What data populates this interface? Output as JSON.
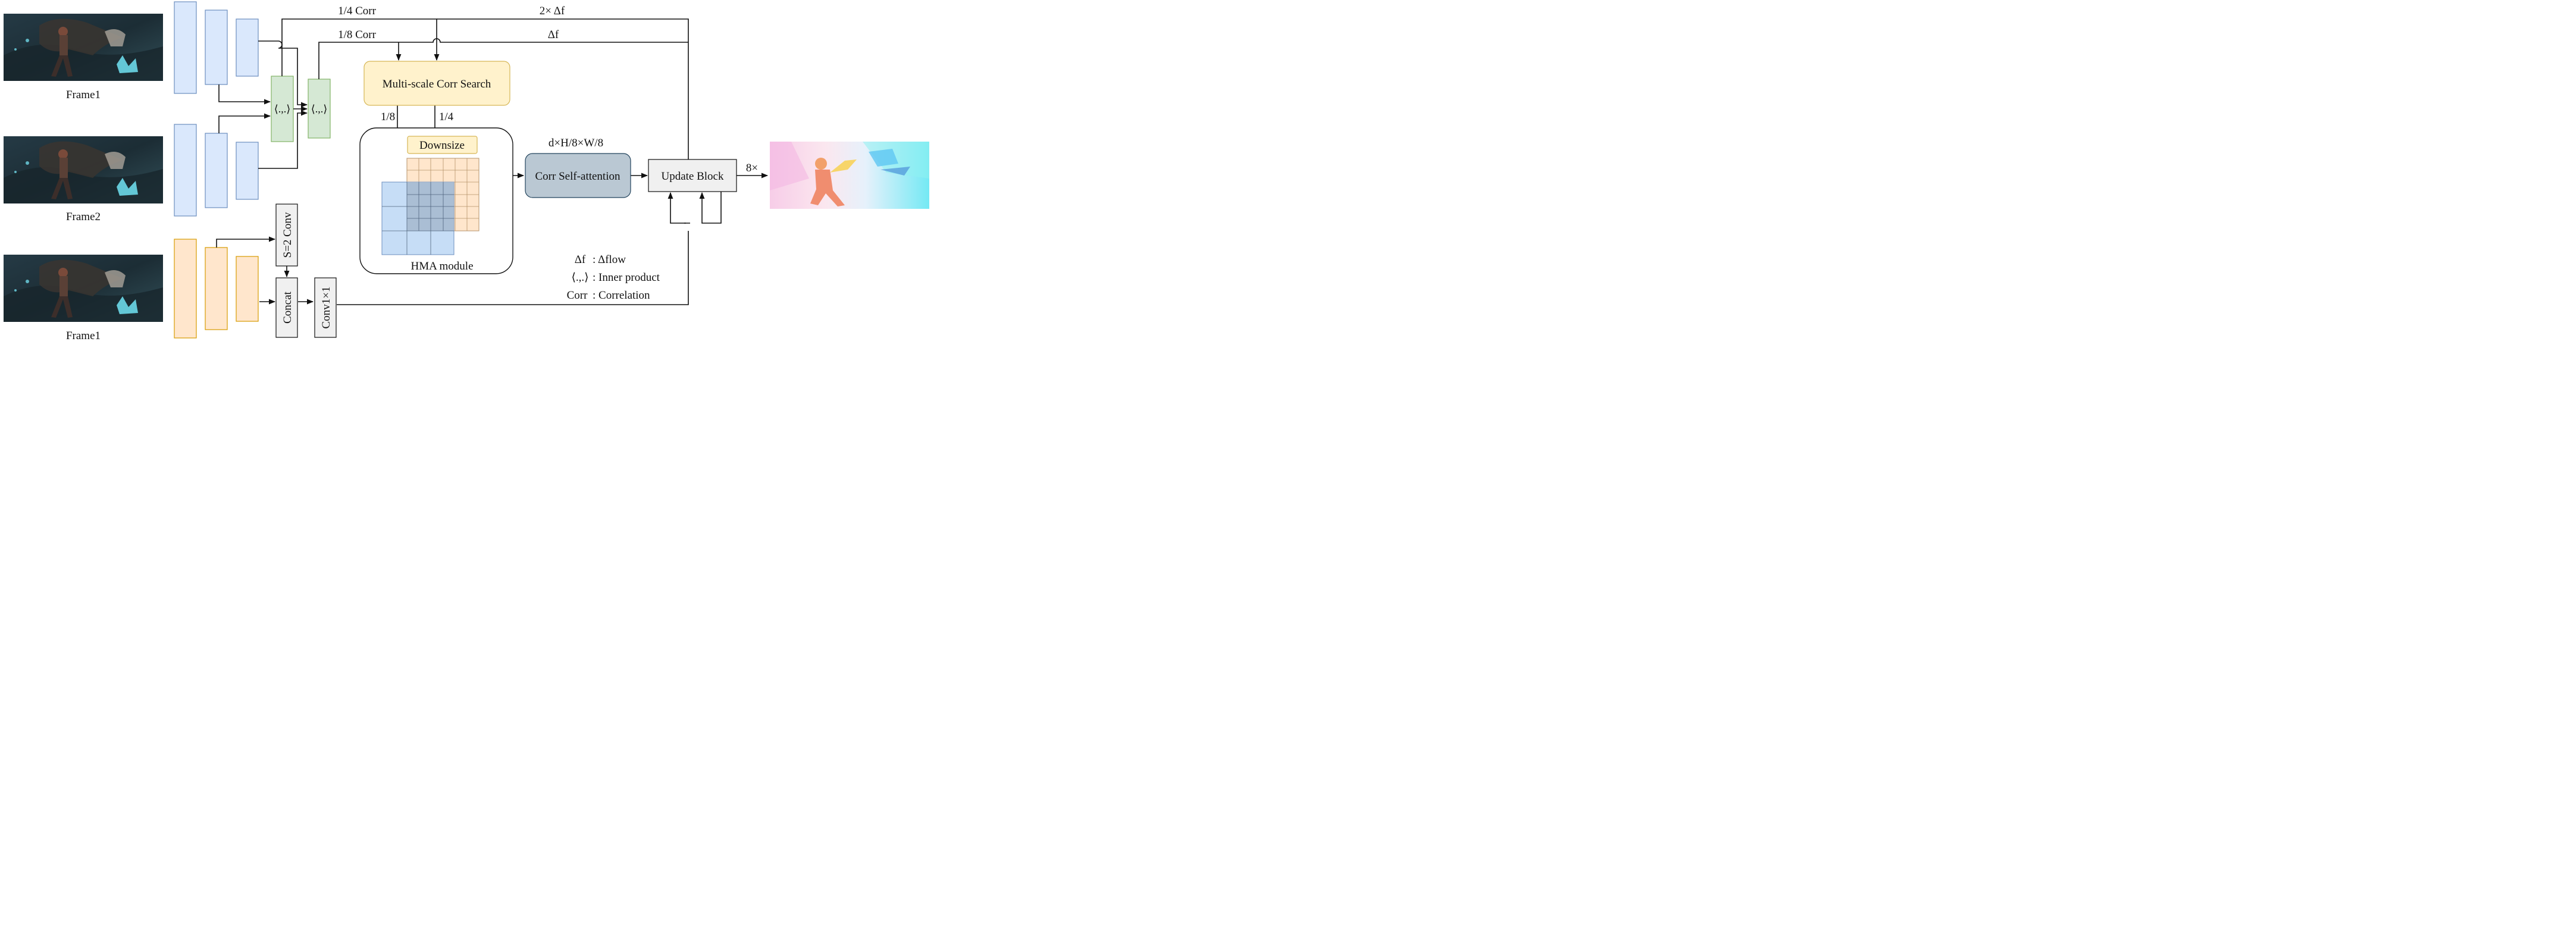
{
  "frames": {
    "frame1_top": "Frame1",
    "frame2": "Frame2",
    "frame1_bottom": "Frame1"
  },
  "ops": {
    "inner_product_a": "⟨.,.⟩",
    "inner_product_b": "⟨.,.⟩",
    "s2_conv": "S=2 Conv",
    "concat": "Concat",
    "conv1x1": "Conv1×1"
  },
  "lines": {
    "corr_1_4": "1/4 Corr",
    "corr_1_8": "1/8 Corr",
    "two_delta_f": "2× Δf",
    "delta_f": "Δf",
    "scale_1_8": "1/8",
    "scale_1_4": "1/4",
    "dims": "d×H/8×W/8",
    "upsample": "8×"
  },
  "blocks": {
    "multiscale": "Multi-scale Corr Search",
    "downsize": "Downsize",
    "hma": "HMA module",
    "self_attention": "Corr Self-attention",
    "update": "Update Block"
  },
  "legend": {
    "row1_key": "Δf",
    "row1_val": ": Δflow",
    "row2_key": "⟨.,.⟩",
    "row2_val": ": Inner product",
    "row3_key": "Corr",
    "row3_val": ": Correlation"
  },
  "colors": {
    "blue_fill": "#dae8fc",
    "blue_stroke": "#6c8ebf",
    "green_fill": "#d5e8d4",
    "green_stroke": "#82b366",
    "orange_fill": "#ffe6cc",
    "orange_stroke": "#d79b00",
    "yellow_fill": "#fff2cc",
    "yellow_stroke": "#d6b656",
    "slate_fill": "#bac8d3",
    "slate_stroke": "#23445d",
    "gray_fill": "#f0f0f0"
  }
}
